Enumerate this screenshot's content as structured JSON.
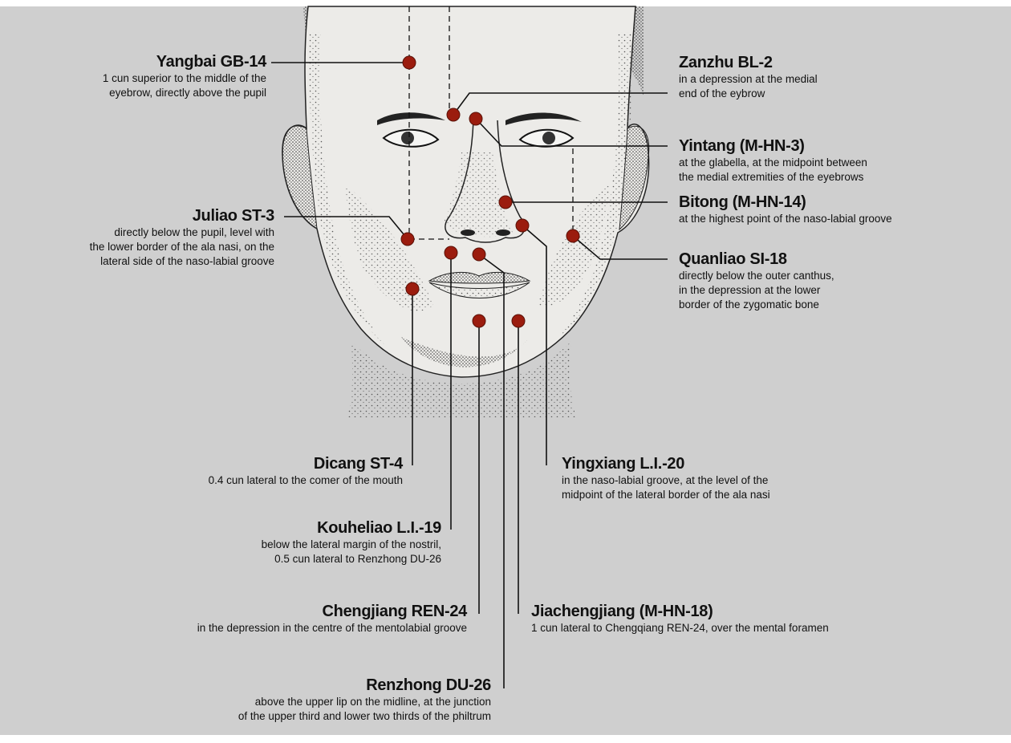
{
  "points": [
    {
      "name": "Yangbai GB-14",
      "desc": [
        "1 cun superior to the middle of the",
        "eyebrow, directly above the pupil"
      ]
    },
    {
      "name": "Zanzhu BL-2",
      "desc": [
        "in a depression at the medial",
        "end of the eybrow"
      ]
    },
    {
      "name": "Yintang (M-HN-3)",
      "desc": [
        "at the glabella, at the midpoint between",
        "the medial extremities of the eyebrows"
      ]
    },
    {
      "name": "Bitong (M-HN-14)",
      "desc": [
        "at the highest point of the naso-labial groove"
      ]
    },
    {
      "name": "Juliao ST-3",
      "desc": [
        "directly below the pupil, level with",
        "the lower border of the ala nasi, on the",
        "lateral side of the naso-labial groove"
      ]
    },
    {
      "name": "Quanliao SI-18",
      "desc": [
        "directly below the outer canthus,",
        "in the depression at the lower",
        "border of the zygomatic bone"
      ]
    },
    {
      "name": "Dicang ST-4",
      "desc": [
        "0.4 cun lateral to the comer of the mouth"
      ]
    },
    {
      "name": "Yingxiang L.I.-20",
      "desc": [
        "in the naso-labial groove, at the level of the",
        "midpoint of the lateral border of the ala nasi"
      ]
    },
    {
      "name": "Kouheliao L.I.-19",
      "desc": [
        "below the lateral margin of the nostril,",
        "0.5 cun lateral to Renzhong DU-26"
      ]
    },
    {
      "name": "Chengjiang REN-24",
      "desc": [
        "in the depression in the centre of the mentolabial groove"
      ]
    },
    {
      "name": "Jiachengjiang (M-HN-18)",
      "desc": [
        "1 cun lateral to Chengqiang REN-24, over the mental foramen"
      ]
    },
    {
      "name": "Renzhong DU-26",
      "desc": [
        "above the upper lip on the midline, at the junction",
        "of the upper third and lower two thirds of the philtrum"
      ]
    }
  ],
  "colors": {
    "point": "#9b1c0e",
    "background": "#cfcfcf",
    "line": "#111111",
    "skin": "#ecebe8"
  }
}
